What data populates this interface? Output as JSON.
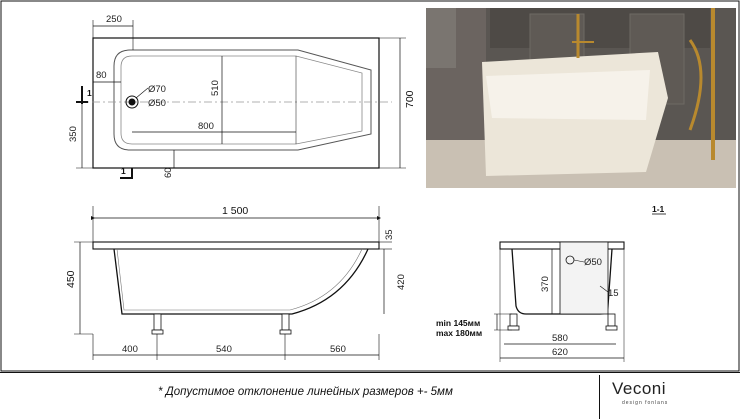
{
  "plan": {
    "dim_250": "250",
    "dim_80": "80",
    "dim_d70": "Ø70",
    "dim_d50": "Ø50",
    "dim_510": "510",
    "dim_800": "800",
    "dim_350": "350",
    "dim_60": "60",
    "dim_700": "700",
    "section_mark_1": "1",
    "section_mark_1b": "1"
  },
  "side": {
    "dim_1500": "1 500",
    "dim_35": "35",
    "dim_450": "450",
    "dim_420": "420",
    "dim_400": "400",
    "dim_540": "540",
    "dim_560": "560",
    "leg_min": "min 145мм",
    "leg_max": "max 180мм"
  },
  "section": {
    "title": "1-1",
    "dim_d50": "Ø50",
    "dim_370": "370",
    "dim_15": "15",
    "dim_580": "580",
    "dim_620": "620"
  },
  "footer": {
    "note": "* Допустимое отклонение линейных размеров +- 5мм",
    "logo": "Veconi",
    "logo_sub": "design fonlans"
  },
  "colors": {
    "line": "#111111",
    "axis": "#999999",
    "photo_wall": "#5a5652",
    "photo_tub": "#ece6d9",
    "photo_gold": "#b8892e"
  }
}
